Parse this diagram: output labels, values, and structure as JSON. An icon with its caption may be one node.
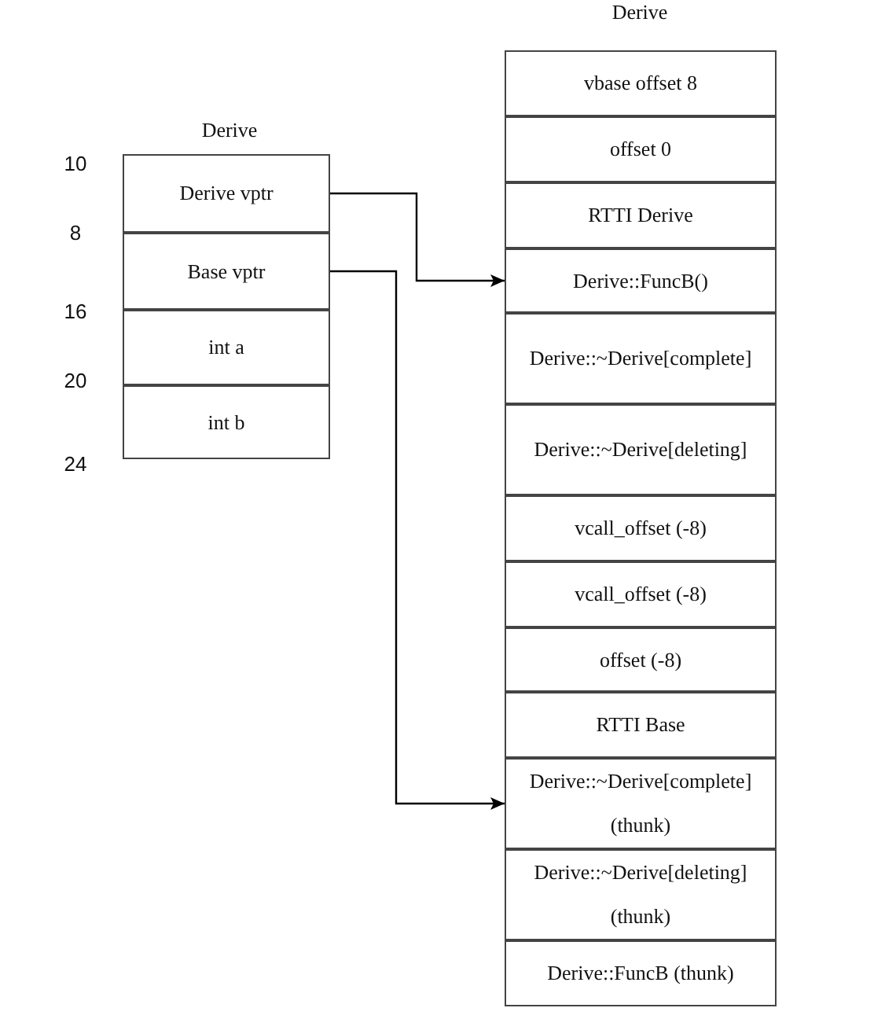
{
  "diagram": {
    "nodes": [
      {
        "text": [
          "Derive vptr"
        ]
      },
      {
        "text": [
          "Base vptr"
        ]
      },
      {
        "text": [
          "int a"
        ]
      },
      {
        "text": [
          "int b"
        ]
      },
      {
        "text": [
          "vbase offset 8"
        ]
      },
      {
        "text": [
          "offset 0"
        ]
      },
      {
        "text": [
          "RTTI Derive"
        ]
      },
      {
        "text": [
          "Derive::FuncB()"
        ]
      },
      {
        "text": [
          "Derive::~Derive[complete]"
        ]
      },
      {
        "text": [
          "Derive::~Derive[deleting]"
        ]
      },
      {
        "text": [
          "vcall_offset (-8)"
        ]
      },
      {
        "text": [
          "vcall_offset (-8)"
        ]
      },
      {
        "text": [
          "offset (-8)"
        ]
      },
      {
        "text": [
          "RTTI Base"
        ]
      },
      {
        "text": [
          "Derive::~Derive[complete] (thunk)"
        ]
      },
      {
        "text": [
          "Derive::~Derive[deleting] (thunk)"
        ]
      },
      {
        "text": [
          "Derive::FuncB (thunk)"
        ]
      }
    ],
    "edges": [
      {
        "from": 0,
        "to": 7,
        "arrow": "to"
      },
      {
        "from": 1,
        "to": 14,
        "arrow": "to"
      }
    ],
    "labels": [
      "Derive",
      "Derive",
      "10",
      "8",
      "16",
      "20",
      "24"
    ]
  }
}
